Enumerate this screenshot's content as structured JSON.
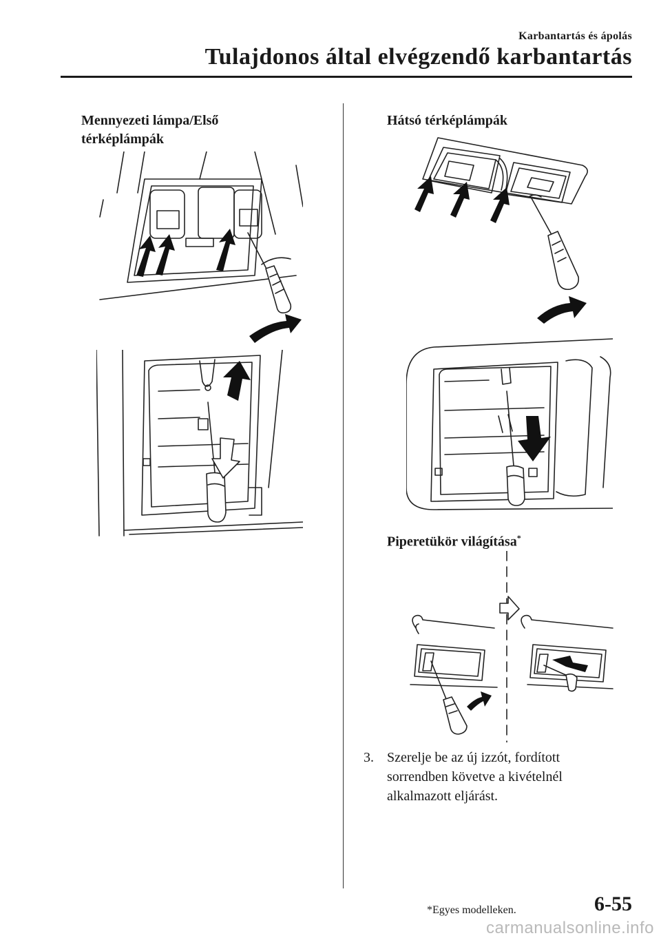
{
  "header": {
    "section": "Karbantartás és ápolás",
    "title": "Tulajdonos által elvégzendő karbantartás"
  },
  "left_column": {
    "figure_title_line1": "Mennyezeti lámpa/Első",
    "figure_title_line2": "térképlámpák"
  },
  "right_column": {
    "rear_title": "Hátsó térképlámpák",
    "vanity_title": "Piperetükör világítása",
    "vanity_marker": "*",
    "step_number": "3.",
    "step_text": "Szerelje be az új izzót, fordított sorrendben követve a kivételnél alkalmazott eljárást."
  },
  "footer": {
    "footnote": "*Egyes modelleken.",
    "page_number": "6-55",
    "watermark": "carmanualsonline.info"
  },
  "icons": [
    "push-arrow-icon",
    "rotate-arrow-icon",
    "screwdriver-icon",
    "bulb-icon",
    "next-step-arrow-icon"
  ]
}
